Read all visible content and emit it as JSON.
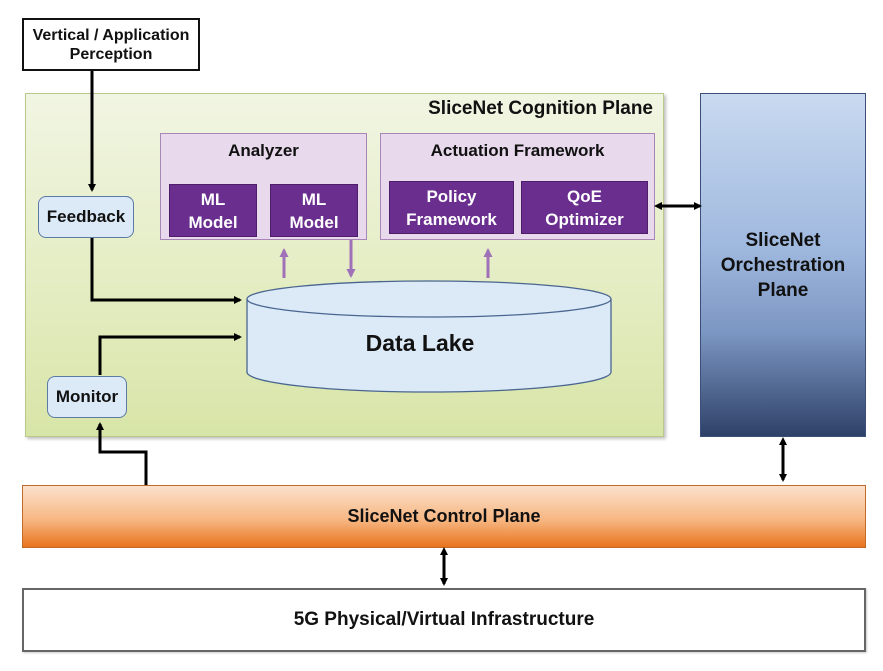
{
  "perception": {
    "label_line1": "Vertical / Application",
    "label_line2": "Perception"
  },
  "cognition_plane": {
    "title": "SliceNet Cognition Plane",
    "analyzer": {
      "title": "Analyzer",
      "models": [
        {
          "line1": "ML",
          "line2": "Model"
        },
        {
          "line1": "ML",
          "line2": "Model"
        }
      ]
    },
    "actuation": {
      "title": "Actuation Framework",
      "policy": {
        "line1": "Policy",
        "line2": "Framework"
      },
      "qoe": {
        "line1": "QoE",
        "line2": "Optimizer"
      }
    },
    "feedback": "Feedback",
    "monitor": "Monitor",
    "data_lake": "Data Lake"
  },
  "orchestration_plane": {
    "line1": "SliceNet",
    "line2": "Orchestration",
    "line3": "Plane"
  },
  "control_plane": "SliceNet Control Plane",
  "infrastructure": "5G Physical/Virtual Infrastructure",
  "colors": {
    "cognition_bg": "#e3ecc0",
    "group_bg": "#e8d9ec",
    "purple_box": "#6a2e8f",
    "purple_arrow": "#a070b8",
    "node_blue": "#dce9f7",
    "orchestration_top": "#c9daf0",
    "orchestration_bottom": "#2e4168",
    "control_orange": "#e8741e"
  }
}
